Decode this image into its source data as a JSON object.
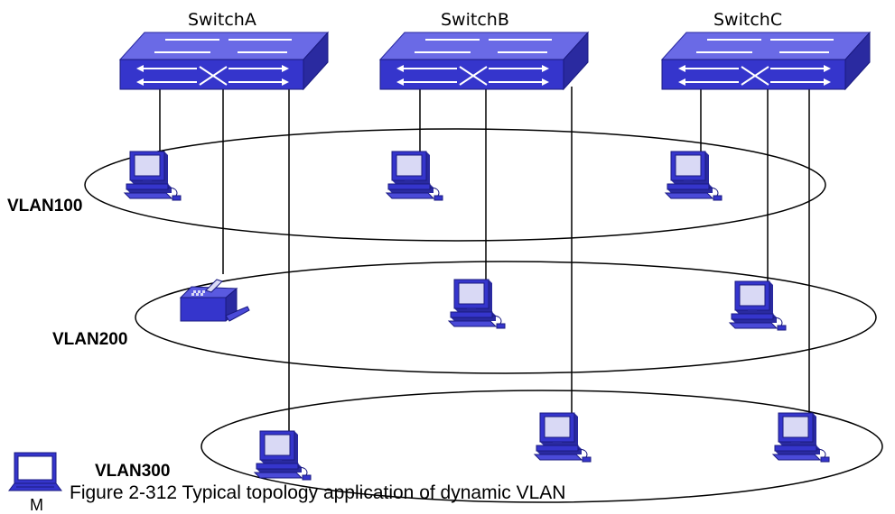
{
  "switches": [
    {
      "label": "SwitchA"
    },
    {
      "label": "SwitchB"
    },
    {
      "label": "SwitchC"
    }
  ],
  "vlans": [
    {
      "label": "VLAN100"
    },
    {
      "label": "VLAN200"
    },
    {
      "label": "VLAN300"
    }
  ],
  "caption": "Figure 2-312 Typical topology application of dynamic VLAN",
  "corner_mark": "M",
  "colors": {
    "device_blue": "#3333cc",
    "device_dark": "#1a1a80",
    "device_light": "#6666e0",
    "screen": "#d9d9f5",
    "line": "#000000"
  },
  "icons": {
    "switch": "switch-icon",
    "computer": "desktop-computer-icon",
    "fax": "fax-machine-icon",
    "laptop": "laptop-icon"
  }
}
